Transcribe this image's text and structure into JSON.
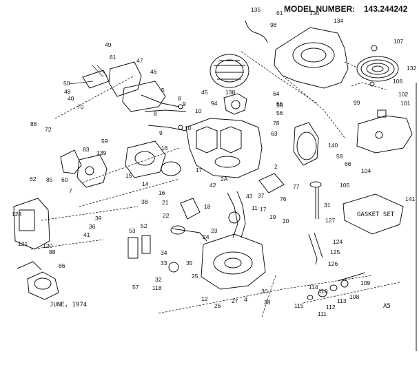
{
  "header": {
    "model_label": "MODEL NUMBER:",
    "model_number": "143.244242"
  },
  "footer": {
    "date": "JUNE, 1974",
    "page_code": "A5"
  },
  "gasket_set": "GASKET SET",
  "labels": [
    {
      "id": "p135",
      "text": "135"
    },
    {
      "id": "p61a",
      "text": "61"
    },
    {
      "id": "p136",
      "text": "136"
    },
    {
      "id": "p134",
      "text": "134"
    },
    {
      "id": "p98",
      "text": "98"
    },
    {
      "id": "p107",
      "text": "107"
    },
    {
      "id": "p132",
      "text": "132"
    },
    {
      "id": "p106",
      "text": "106"
    },
    {
      "id": "p49",
      "text": "49"
    },
    {
      "id": "p61b",
      "text": "61"
    },
    {
      "id": "p47",
      "text": "47"
    },
    {
      "id": "p46",
      "text": "46"
    },
    {
      "id": "p50",
      "text": "50"
    },
    {
      "id": "p48",
      "text": "48"
    },
    {
      "id": "p45",
      "text": "45"
    },
    {
      "id": "p138",
      "text": "138"
    },
    {
      "id": "p64",
      "text": "64"
    },
    {
      "id": "p55",
      "text": "55"
    },
    {
      "id": "p56a",
      "text": "56"
    },
    {
      "id": "p56b",
      "text": "56"
    },
    {
      "id": "p99",
      "text": "99"
    },
    {
      "id": "p102",
      "text": "102"
    },
    {
      "id": "p101",
      "text": "101"
    },
    {
      "id": "p40",
      "text": "40"
    },
    {
      "id": "p70",
      "text": "70"
    },
    {
      "id": "p86a",
      "text": "86"
    },
    {
      "id": "p72",
      "text": "72"
    },
    {
      "id": "p5",
      "text": "5"
    },
    {
      "id": "p8a",
      "text": "8"
    },
    {
      "id": "p9a",
      "text": "9"
    },
    {
      "id": "p10a",
      "text": "10"
    },
    {
      "id": "p94",
      "text": "94"
    },
    {
      "id": "p8b",
      "text": "8"
    },
    {
      "id": "p9b",
      "text": "9"
    },
    {
      "id": "p10b",
      "text": "10"
    },
    {
      "id": "p78",
      "text": "78"
    },
    {
      "id": "p63",
      "text": "63"
    },
    {
      "id": "p59",
      "text": "59"
    },
    {
      "id": "p140",
      "text": "140"
    },
    {
      "id": "p83",
      "text": "83"
    },
    {
      "id": "p139",
      "text": "139"
    },
    {
      "id": "p16a",
      "text": "16"
    },
    {
      "id": "p58",
      "text": "58"
    },
    {
      "id": "p66",
      "text": "66"
    },
    {
      "id": "p2",
      "text": "2"
    },
    {
      "id": "p104",
      "text": "104"
    },
    {
      "id": "p62",
      "text": "62"
    },
    {
      "id": "p85",
      "text": "85"
    },
    {
      "id": "p60",
      "text": "60"
    },
    {
      "id": "p15",
      "text": "15"
    },
    {
      "id": "p14",
      "text": "14"
    },
    {
      "id": "p17a",
      "text": "17"
    },
    {
      "id": "p2a",
      "text": "2A"
    },
    {
      "id": "p105",
      "text": "105"
    },
    {
      "id": "p7",
      "text": "7"
    },
    {
      "id": "p42",
      "text": "42"
    },
    {
      "id": "p77",
      "text": "77"
    },
    {
      "id": "p16b",
      "text": "16"
    },
    {
      "id": "p43",
      "text": "43"
    },
    {
      "id": "p37",
      "text": "37"
    },
    {
      "id": "p76",
      "text": "76"
    },
    {
      "id": "p141",
      "text": "141"
    },
    {
      "id": "p38",
      "text": "38"
    },
    {
      "id": "p21",
      "text": "21"
    },
    {
      "id": "p18",
      "text": "18"
    },
    {
      "id": "p31",
      "text": "31"
    },
    {
      "id": "p128",
      "text": "128"
    },
    {
      "id": "p39",
      "text": "39"
    },
    {
      "id": "p22",
      "text": "22"
    },
    {
      "id": "p11",
      "text": "11"
    },
    {
      "id": "p36",
      "text": "36"
    },
    {
      "id": "p17b",
      "text": "17"
    },
    {
      "id": "p127",
      "text": "127"
    },
    {
      "id": "p41",
      "text": "41"
    },
    {
      "id": "p53",
      "text": "53"
    },
    {
      "id": "p52",
      "text": "52"
    },
    {
      "id": "p23",
      "text": "23"
    },
    {
      "id": "p19",
      "text": "19"
    },
    {
      "id": "p20",
      "text": "20"
    },
    {
      "id": "p24",
      "text": "24"
    },
    {
      "id": "p121",
      "text": "121"
    },
    {
      "id": "p120",
      "text": "120"
    },
    {
      "id": "p124",
      "text": "124"
    },
    {
      "id": "p34",
      "text": "34"
    },
    {
      "id": "p35",
      "text": "35"
    },
    {
      "id": "p125",
      "text": "125"
    },
    {
      "id": "p88",
      "text": "88"
    },
    {
      "id": "p33",
      "text": "33"
    },
    {
      "id": "p126",
      "text": "126"
    },
    {
      "id": "p86b",
      "text": "86"
    },
    {
      "id": "p57",
      "text": "57"
    },
    {
      "id": "p32",
      "text": "32"
    },
    {
      "id": "p25",
      "text": "25"
    },
    {
      "id": "p109",
      "text": "109"
    },
    {
      "id": "p118",
      "text": "118"
    },
    {
      "id": "p114",
      "text": "114"
    },
    {
      "id": "p110",
      "text": "110"
    },
    {
      "id": "p30",
      "text": "30"
    },
    {
      "id": "p108",
      "text": "108"
    },
    {
      "id": "p12",
      "text": "12"
    },
    {
      "id": "p26",
      "text": "26"
    },
    {
      "id": "p27",
      "text": "27"
    },
    {
      "id": "p4",
      "text": "4"
    },
    {
      "id": "p113",
      "text": "113"
    },
    {
      "id": "p28",
      "text": "28"
    },
    {
      "id": "p112",
      "text": "112"
    },
    {
      "id": "p115",
      "text": "115"
    },
    {
      "id": "p111",
      "text": "111"
    }
  ]
}
